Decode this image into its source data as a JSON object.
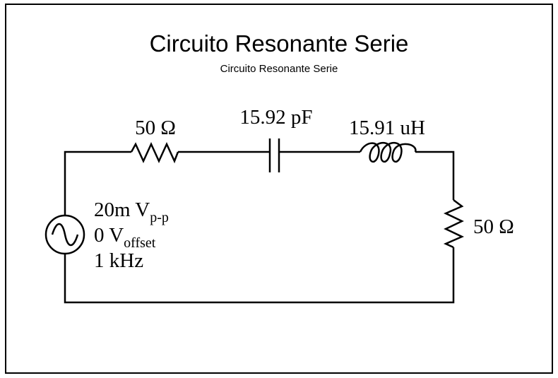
{
  "title": "Circuito Resonante Serie",
  "subtitle": "Circuito Resonante Serie",
  "components": {
    "resistor_top": {
      "label": "50 Ω"
    },
    "capacitor": {
      "label": "15.92 pF"
    },
    "inductor": {
      "label": "15.91 uH"
    },
    "resistor_right": {
      "label": "50 Ω"
    },
    "source": {
      "amplitude": "20m V",
      "amplitude_sub": "p-p",
      "offset": "0 V",
      "offset_sub": "offset",
      "frequency": "1 kHz"
    }
  }
}
